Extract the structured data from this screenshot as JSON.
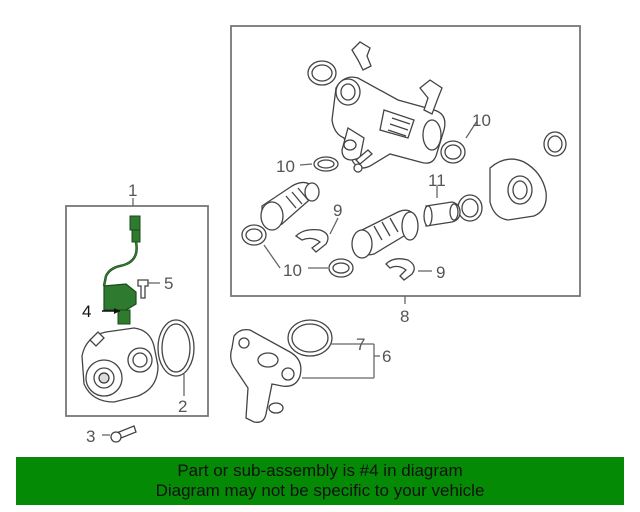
{
  "callouts": {
    "c1": "1",
    "c2": "2",
    "c3": "3",
    "c4": "4",
    "c5": "5",
    "c6": "6",
    "c7": "7",
    "c8": "8",
    "c9a": "9",
    "c9b": "9",
    "c10a": "10",
    "c10b": "10",
    "c10c": "10",
    "c11": "11"
  },
  "banner": {
    "line1": "Part or sub-assembly is #4 in diagram",
    "line2": "Diagram may not be specific to your vehicle"
  },
  "colors": {
    "highlight_part": "#2e7a2e",
    "banner_bg": "#058a05"
  }
}
